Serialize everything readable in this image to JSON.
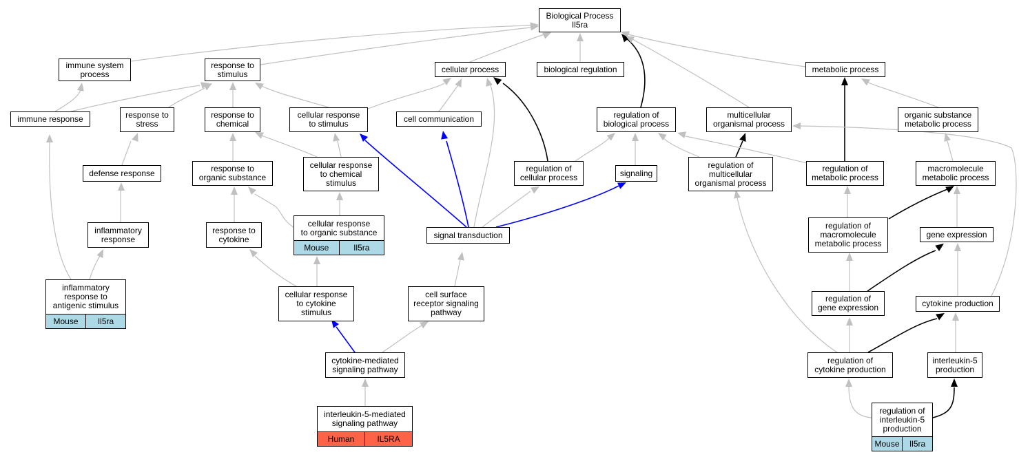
{
  "colors": {
    "gray_edge": "#c0c0c0",
    "black_edge": "#000000",
    "blue_edge": "#0000ff",
    "mouse_tag": "#add8e6",
    "human_tag": "#ff6347"
  },
  "nodes": {
    "root": "Biological Process\nIl5ra",
    "immune_system_process": "immune system\nprocess",
    "response_to_stimulus": "response to\nstimulus",
    "cellular_process": "cellular process",
    "biological_regulation": "biological regulation",
    "metabolic_process": "metabolic process",
    "immune_response": "immune response",
    "response_to_stress": "response to\nstress",
    "response_to_chemical": "response to\nchemical",
    "cellular_response_to_stimulus": "cellular response\nto stimulus",
    "cell_communication": "cell communication",
    "regulation_of_biological_process": "regulation of\nbiological process",
    "multicellular_organismal_process": "multicellular\norganismal process",
    "organic_substance_metabolic_process": "organic substance\nmetabolic process",
    "defense_response": "defense response",
    "response_to_organic_substance": "response to\norganic substance",
    "cellular_response_to_chemical_stimulus": "cellular response\nto chemical\nstimulus",
    "regulation_of_cellular_process": "regulation of\ncellular process",
    "signaling": "signaling",
    "regulation_of_multicellular_organismal_process": "regulation of\nmulticellular\norganismal process",
    "regulation_of_metabolic_process": "regulation of\nmetabolic process",
    "macromolecule_metabolic_process": "macromolecule\nmetabolic process",
    "inflammatory_response": "inflammatory\nresponse",
    "response_to_cytokine": "response to\ncytokine",
    "cellular_response_to_organic_substance": "cellular response\nto organic substance",
    "signal_transduction": "signal transduction",
    "regulation_of_macromolecule_metabolic_process": "regulation of\nmacromolecule\nmetabolic process",
    "gene_expression": "gene expression",
    "inflammatory_response_to_antigenic_stimulus": "inflammatory\nresponse to\nantigenic stimulus",
    "cellular_response_to_cytokine_stimulus": "cellular response\nto cytokine\nstimulus",
    "cell_surface_receptor_signaling_pathway": "cell surface\nreceptor signaling\npathway",
    "regulation_of_gene_expression": "regulation of\ngene expression",
    "cytokine_production": "cytokine production",
    "cytokine_mediated_signaling_pathway": "cytokine-mediated\nsignaling pathway",
    "regulation_of_cytokine_production": "regulation of\ncytokine production",
    "interleukin_5_production": "interleukin-5\nproduction",
    "interleukin_5_mediated_signaling_pathway": "interleukin-5-mediated\nsignaling pathway",
    "regulation_of_interleukin_5_production": "regulation of\ninterleukin-5\nproduction"
  },
  "tags": {
    "mouse": "Mouse",
    "human": "Human",
    "gene_mouse": "Il5ra",
    "gene_human": "IL5RA"
  }
}
